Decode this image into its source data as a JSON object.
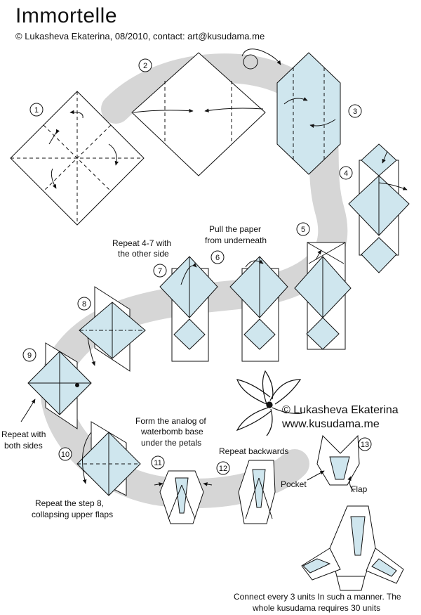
{
  "header": {
    "title": "Immortelle",
    "subtitle": "© Lukasheva Ekaterina, 08/2010, contact: art@kusudama.me"
  },
  "credit": {
    "line1": "© Lukasheva Ekaterina",
    "line2": "www.kusudama.me"
  },
  "colors": {
    "paper_front": "#ffffff",
    "paper_back": "#cfe6ee",
    "path_band": "#d6d6d6",
    "line": "#111111"
  },
  "steps": [
    {
      "number": "1"
    },
    {
      "number": "2"
    },
    {
      "number": "3"
    },
    {
      "number": "4"
    },
    {
      "number": "5"
    },
    {
      "number": "6"
    },
    {
      "number": "7"
    },
    {
      "number": "8"
    },
    {
      "number": "9"
    },
    {
      "number": "10"
    },
    {
      "number": "11"
    },
    {
      "number": "12"
    },
    {
      "number": "13"
    }
  ],
  "notes": {
    "repeat_4_7_l1": "Repeat 4-7 with",
    "repeat_4_7_l2": "the other side",
    "pull_l1": "Pull the paper",
    "pull_l2": "from underneath",
    "both_sides_l1": "Repeat with",
    "both_sides_l2": "both sides",
    "analog_l1": "Form the analog of",
    "analog_l2": "waterbomb base",
    "analog_l3": "under the petals",
    "repeat_backwards": "Repeat backwards",
    "pocket": "Pocket",
    "flap": "Flap",
    "step8_l1": "Repeat the step 8,",
    "step8_l2": "collapsing upper flaps",
    "connect_l1": "Connect every 3 units In such a manner. The",
    "connect_l2": "whole kusudama requires 30 units"
  }
}
